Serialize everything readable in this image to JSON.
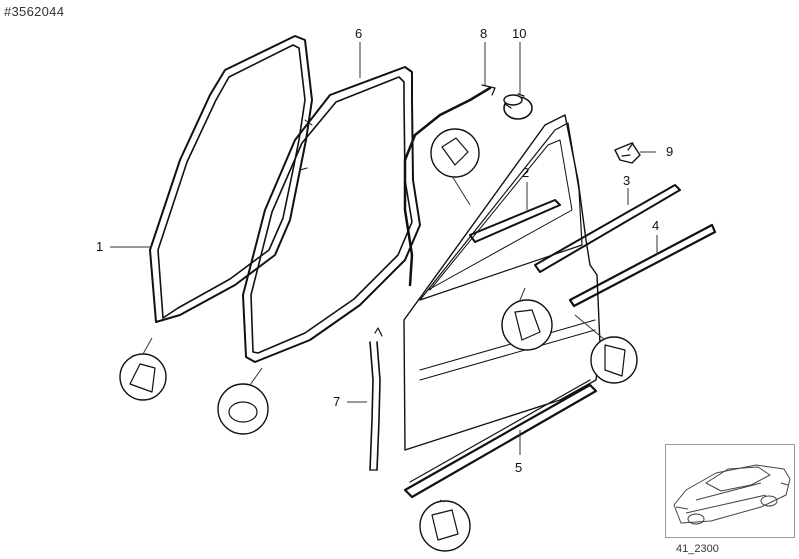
{
  "document": {
    "id": "#3562044",
    "illustration_code": "41_2300"
  },
  "callouts": [
    {
      "label": "1"
    },
    {
      "label": "2"
    },
    {
      "label": "3"
    },
    {
      "label": "4"
    },
    {
      "label": "5"
    },
    {
      "label": "6"
    },
    {
      "label": "7"
    },
    {
      "label": "8"
    },
    {
      "label": "9"
    },
    {
      "label": "10"
    }
  ],
  "parts": [
    {
      "ref": "1",
      "name": "door-frame-seal-icon"
    },
    {
      "ref": "2",
      "name": "window-channel-strip-icon"
    },
    {
      "ref": "3",
      "name": "outer-window-moulding-icon"
    },
    {
      "ref": "4",
      "name": "door-trim-strip-icon"
    },
    {
      "ref": "5",
      "name": "sill-moulding-icon"
    },
    {
      "ref": "6",
      "name": "door-seal-icon"
    },
    {
      "ref": "7",
      "name": "pillar-seal-icon"
    },
    {
      "ref": "8",
      "name": "upper-trim-icon"
    },
    {
      "ref": "9",
      "name": "clip-icon"
    },
    {
      "ref": "10",
      "name": "plug-icon"
    }
  ],
  "colors": {
    "line": "#111111",
    "leader": "#333333",
    "inset_border": "#9a9a9a"
  }
}
